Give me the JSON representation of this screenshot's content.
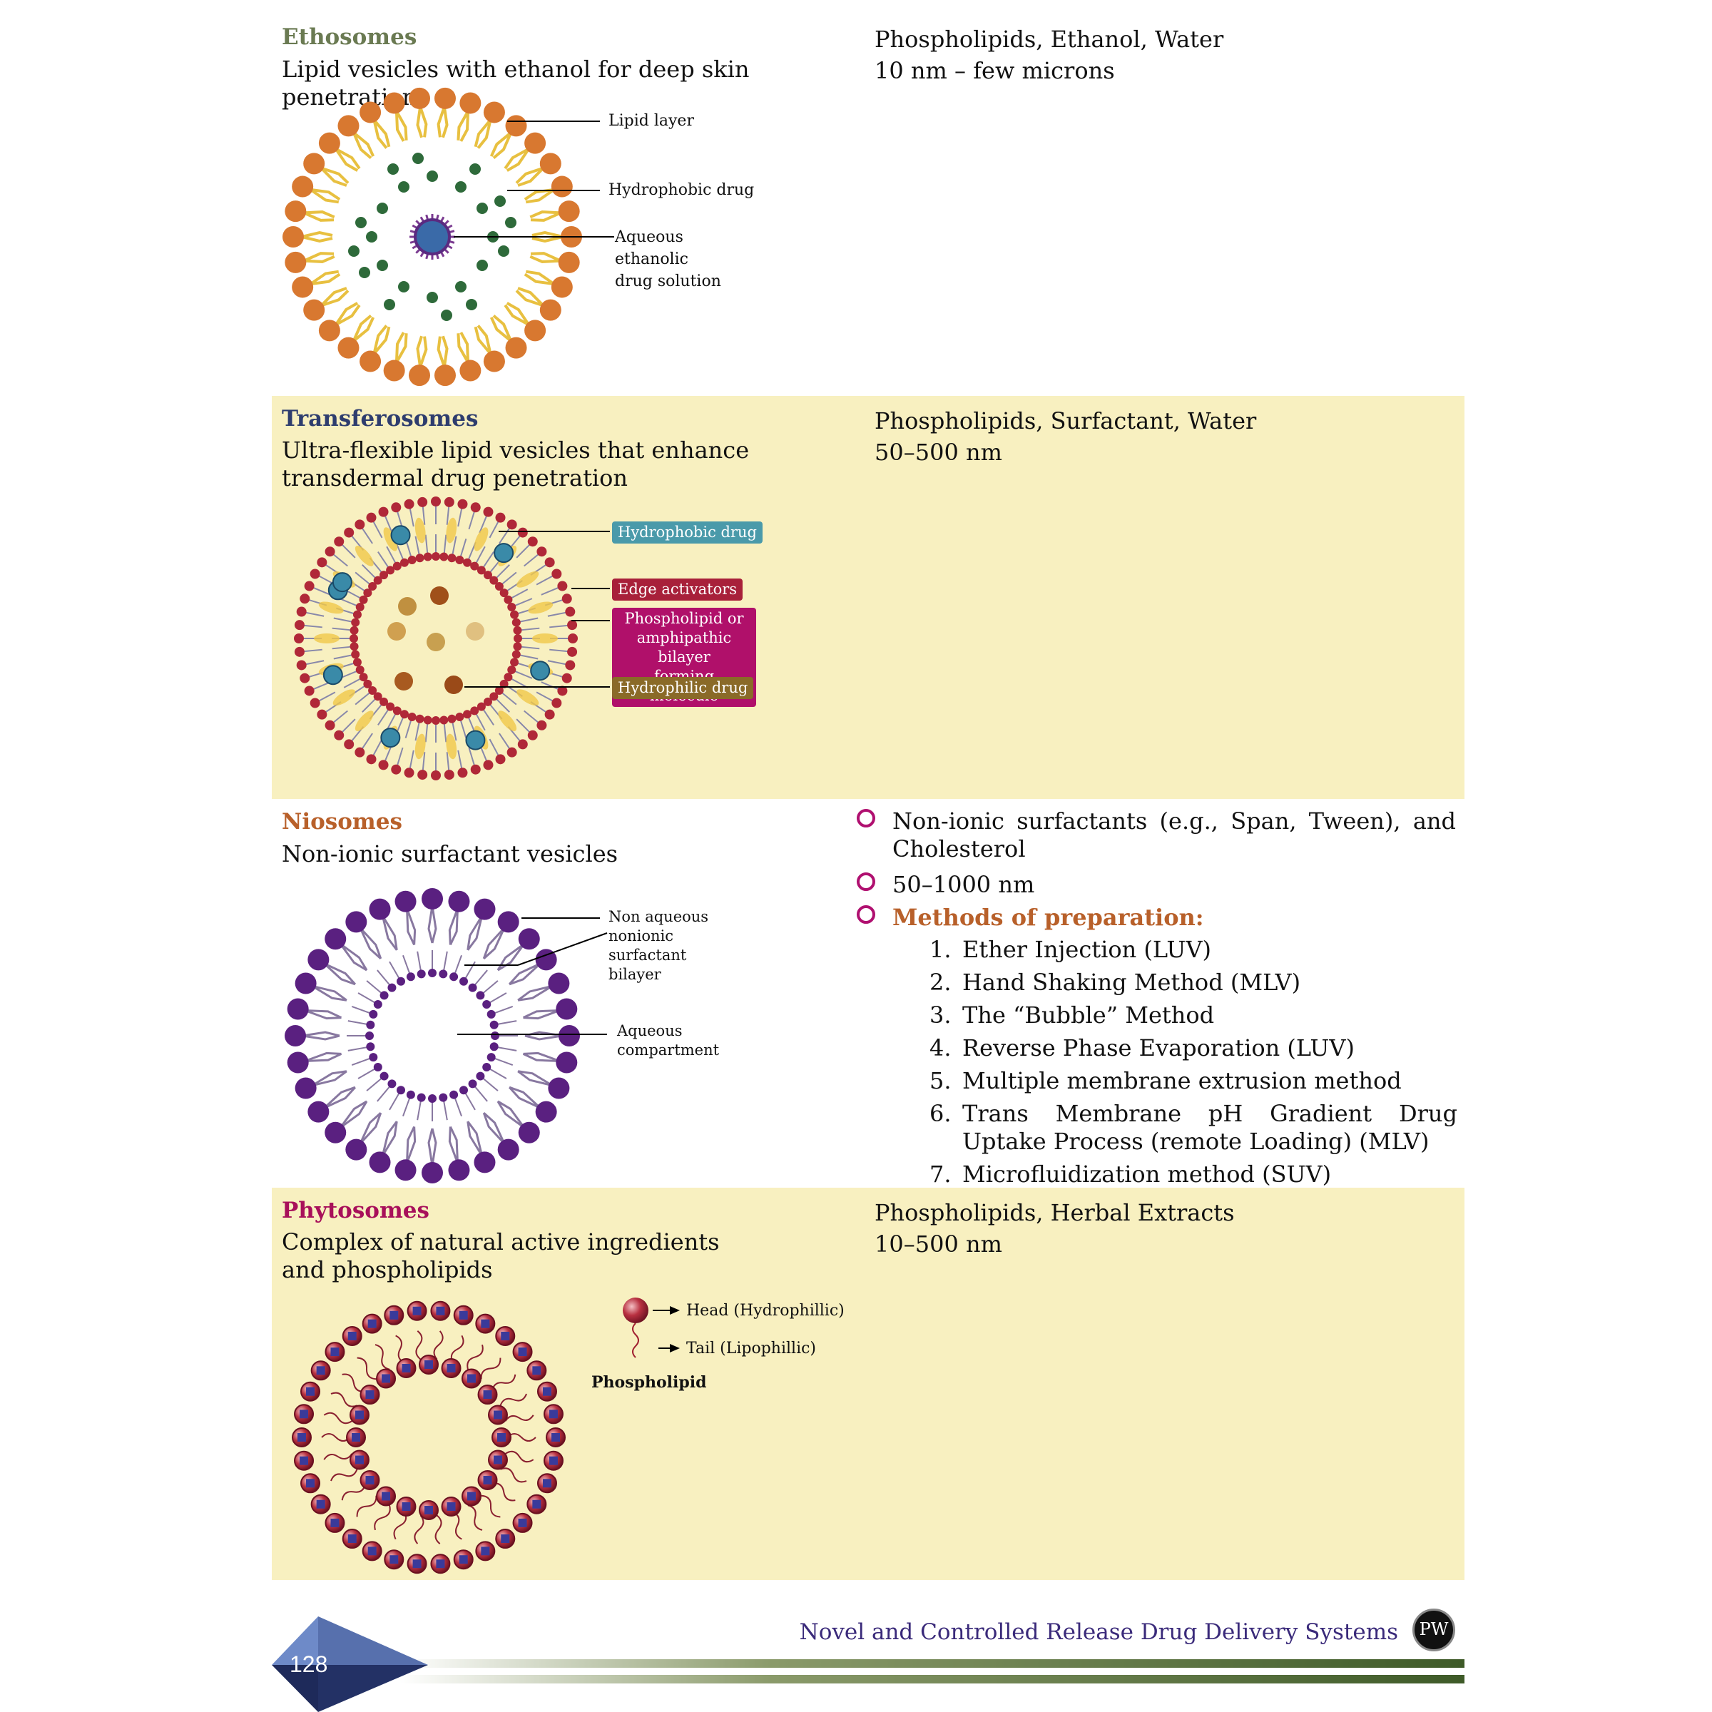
{
  "sections": {
    "ethosomes": {
      "title": "Ethosomes",
      "description": "Lipid vesicles with ethanol for deep skin penetration.",
      "composition": "Phospholipids, Ethanol, Water",
      "size": "10 nm – few microns",
      "labels": {
        "lipid_layer": "Lipid layer",
        "hydrophobic_drug": "Hydrophobic drug",
        "aqueous": "Aqueous",
        "ethanolic": "ethanolic",
        "drug_solution": "drug solution"
      }
    },
    "transferosomes": {
      "title": "Transferosomes",
      "description": "Ultra-flexible lipid vesicles that enhance transdermal drug penetration",
      "composition": "Phospholipids, Surfactant, Water",
      "size": "50–500 nm",
      "labels": {
        "hydrophobic_drug": "Hydrophobic drug",
        "edge_activators": "Edge activators",
        "bilayer_1": "Phospholipid or",
        "bilayer_2": "amphipathic bilayer",
        "bilayer_3": "forming molecule",
        "hydrophilic_drug": "Hydrophilic drug"
      }
    },
    "niosomes": {
      "title": "Niosomes",
      "description": "Non-ionic surfactant vesicles",
      "bullets": [
        "Non-ionic surfactants (e.g., Span, Tween), and Cholesterol",
        "50–1000 nm"
      ],
      "methods_heading": "Methods of preparation:",
      "methods": [
        "Ether Injection (LUV)",
        "Hand Shaking Method (MLV)",
        "The “Bubble” Method",
        "Reverse Phase Evaporation (LUV)",
        "Multiple membrane extrusion method",
        "Trans Membrane pH Gradient Drug Uptake Process (remote Loading) (MLV)",
        "Microfluidization method (SUV)"
      ],
      "method_numbers": [
        "1.",
        "2.",
        "3.",
        "4.",
        "5.",
        "6.",
        "7."
      ],
      "labels": {
        "non_aqueous_1": "Non aqueous",
        "non_aqueous_2": "nonionic",
        "non_aqueous_3": "surfactant",
        "non_aqueous_4": "bilayer",
        "aqueous_1": "Aqueous",
        "aqueous_2": "compartment"
      }
    },
    "phytosomes": {
      "title": "Phytosomes",
      "description": "Complex of natural active ingredients and phospholipids",
      "composition": "Phospholipids, Herbal Extracts",
      "size": "10–500 nm",
      "labels": {
        "head": "Head (Hydrophillic)",
        "tail": "Tail (Lipophillic)",
        "phospholipid": "Phospholipid"
      }
    }
  },
  "footer": {
    "page_number": "128",
    "book_title": "Novel and Controlled Release Drug Delivery Systems",
    "logo_text": "PW"
  },
  "colors": {
    "ethosomes_title": "#6a7a52",
    "transferosomes_title": "#2e3d6e",
    "niosomes_title": "#b8602a",
    "phytosomes_title": "#a8105a",
    "shade": "#f8f0c0",
    "footer_title": "#3a2a7a"
  }
}
